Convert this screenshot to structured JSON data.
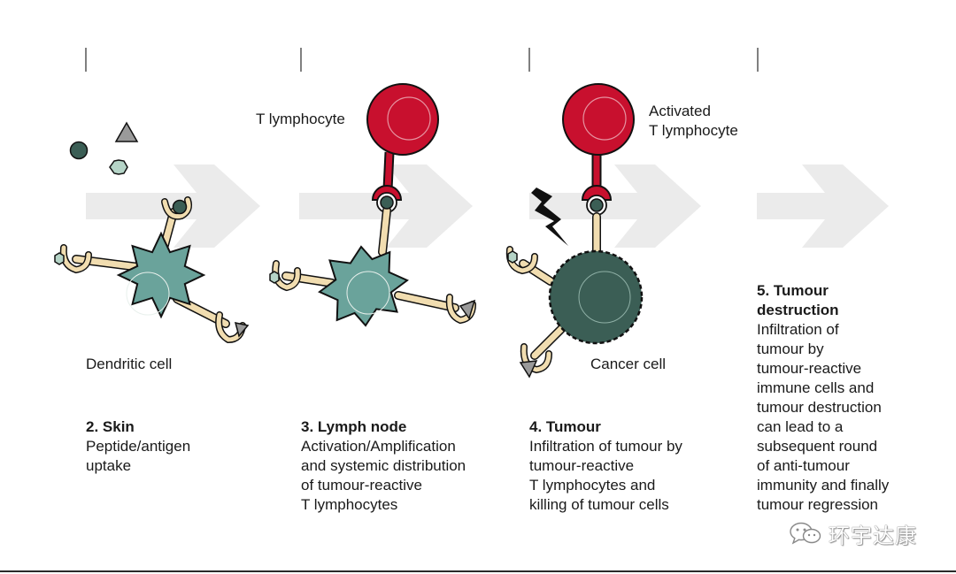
{
  "labels": {
    "dendritic_cell": "Dendritic cell",
    "t_lymphocyte": "T lymphocyte",
    "activated_line1": "Activated",
    "activated_line2": "T lymphocyte",
    "cancer_cell": "Cancer cell"
  },
  "steps": [
    {
      "title": "2. Skin",
      "description": "Peptide/antigen\nuptake"
    },
    {
      "title": "3. Lymph node",
      "description": "Activation/Amplification\nand systemic distribution\nof tumour-reactive\nT lymphocytes"
    },
    {
      "title": "4. Tumour",
      "description": "Infiltration of tumour by\ntumour-reactive\nT lymphocytes and\nkilling of tumour cells"
    },
    {
      "title": "5. Tumour\ndestruction",
      "description": "Infiltration of\ntumour by\ntumour-reactive\nimmune cells and\ntumour destruction\ncan lead to a\nsubsequent round\nof anti-tumour\nimmunity and finally\ntumour regression"
    }
  ],
  "watermark": {
    "text": "环宇达康",
    "icon": "wechat-icon"
  },
  "colors": {
    "dendritic": "#6aa39b",
    "t_cell": "#c8102e",
    "cancer": "#3b5e55",
    "arm": "#f1ddb0",
    "arrow": "#ebebeb",
    "antigen_gray": "#9a9a9a",
    "antigen_light": "#b5d4c7"
  }
}
